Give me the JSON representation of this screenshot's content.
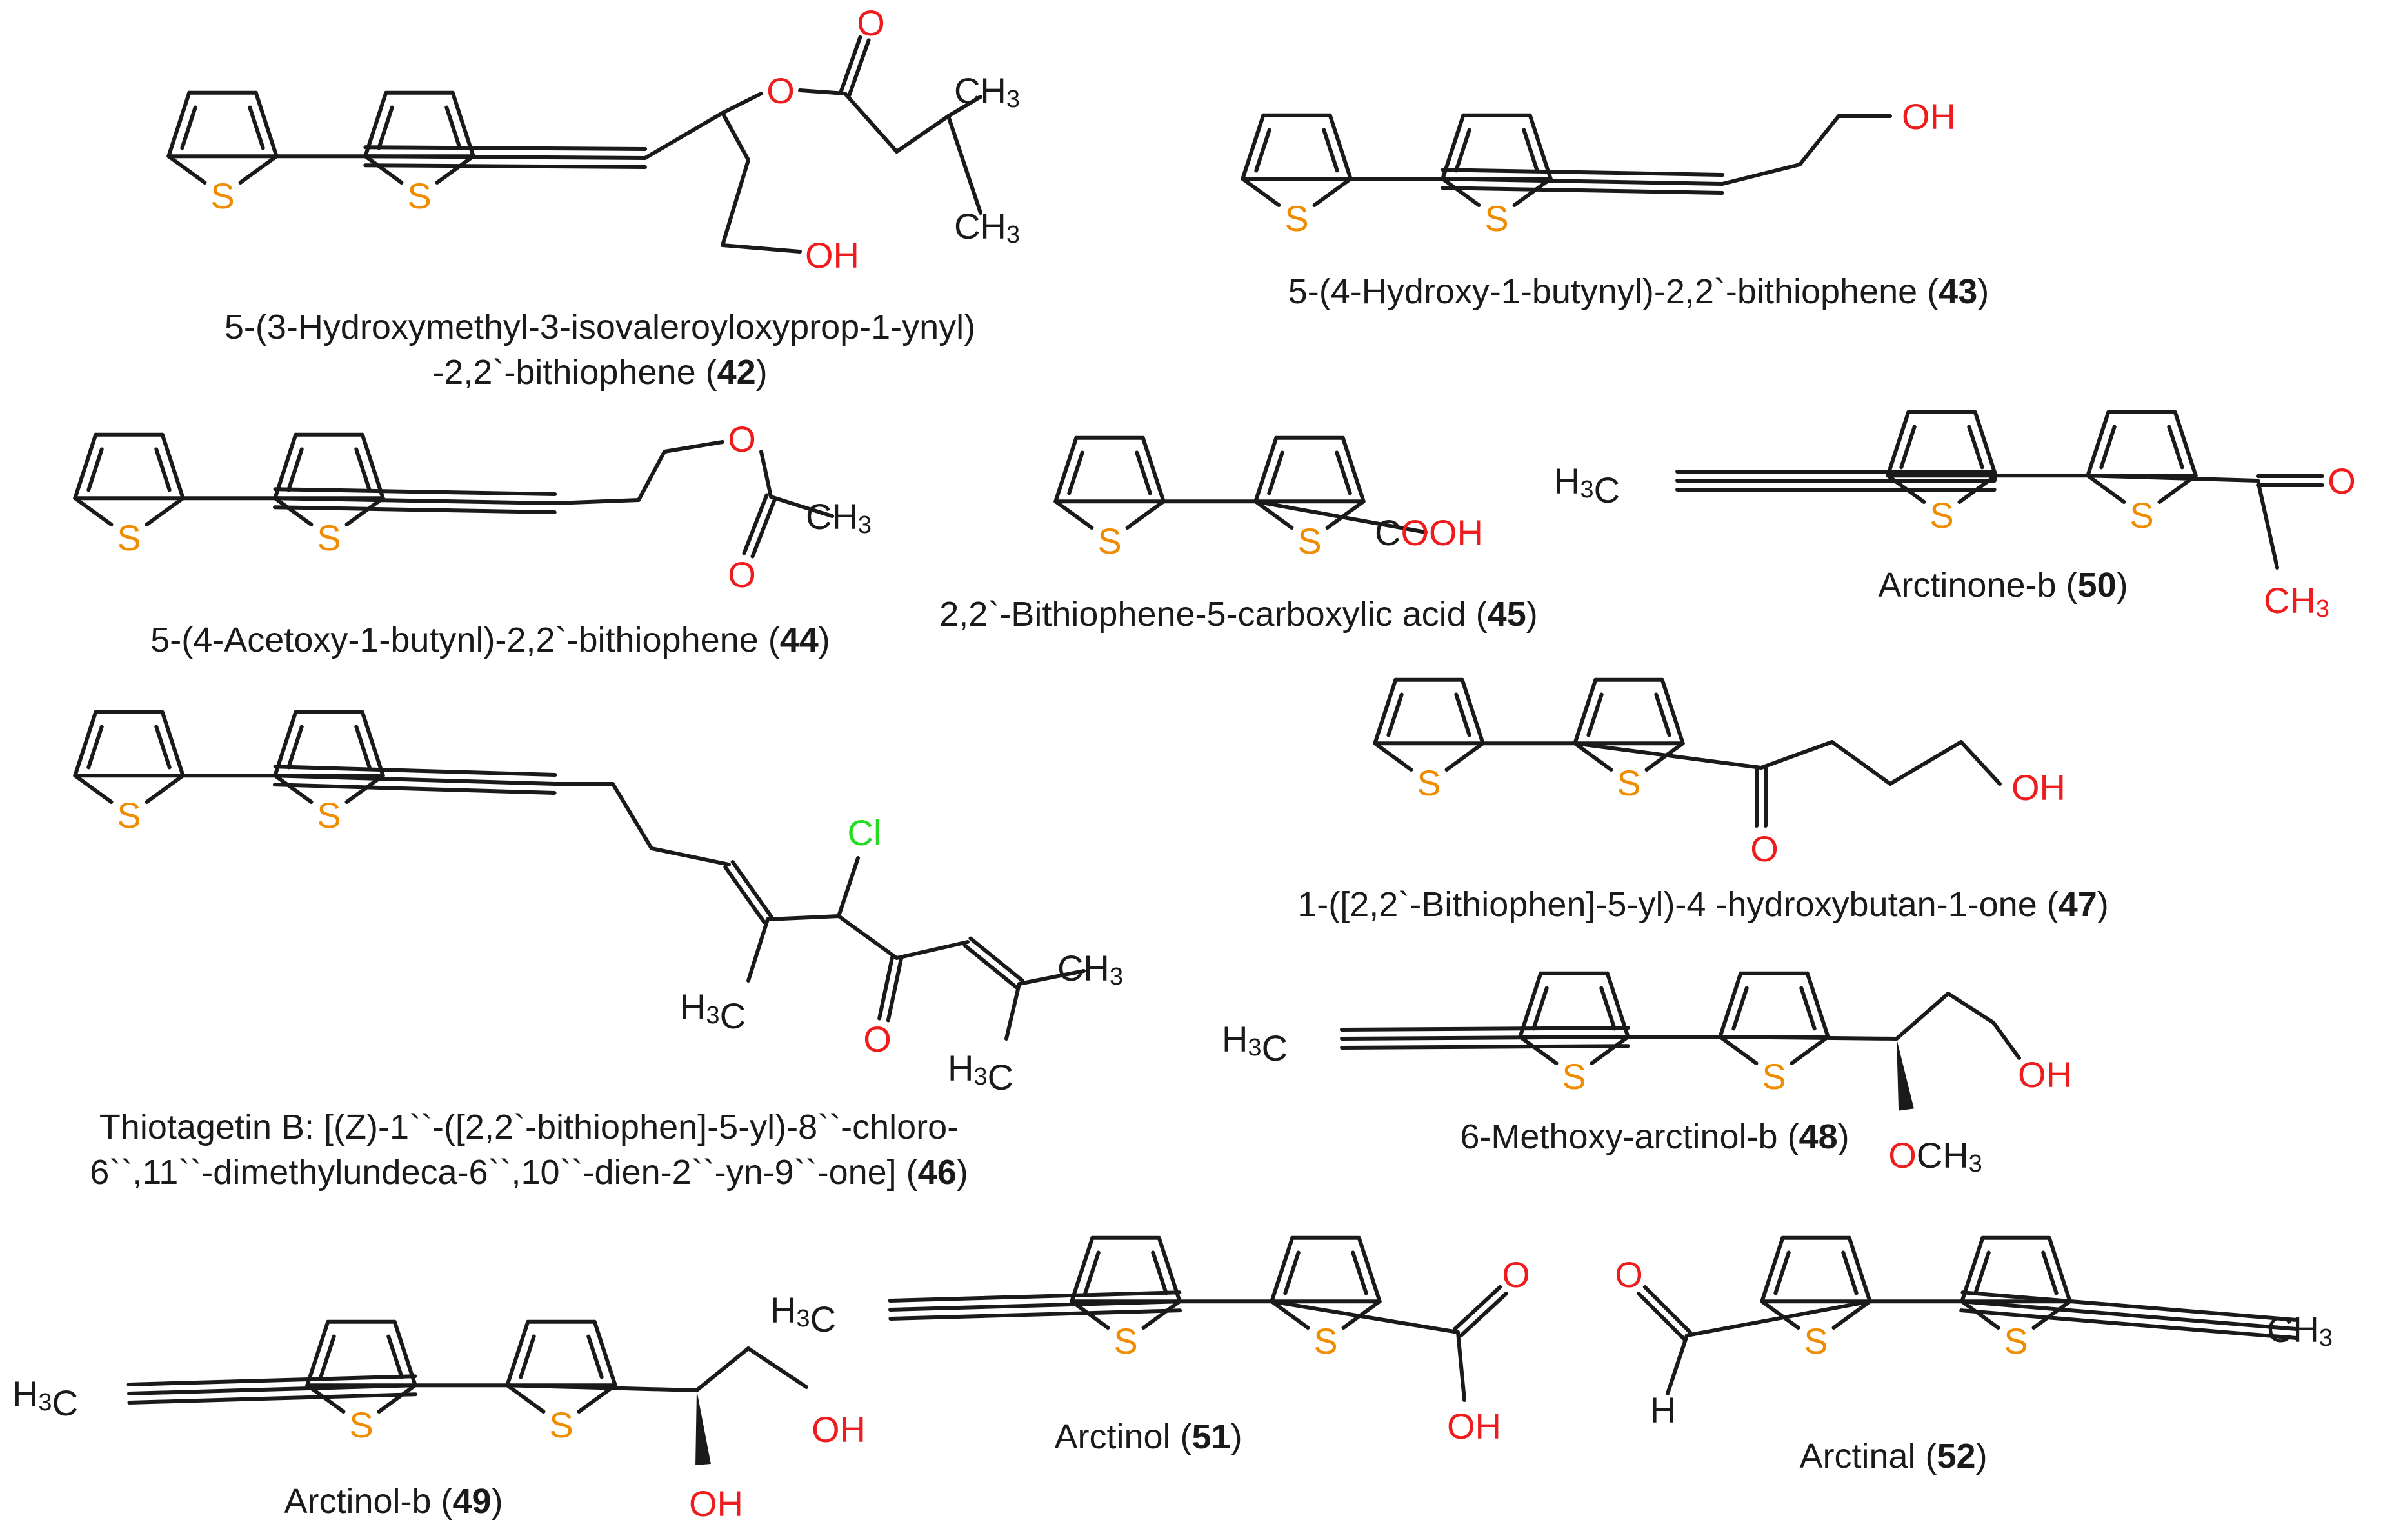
{
  "colors": {
    "bond": "#1a1a1a",
    "S": "#f08c00",
    "O": "#ee1c1c",
    "Cl": "#22dd22",
    "C": "#1a1a1a"
  },
  "molecules": [
    {
      "key": "m42",
      "name": "5-(3-Hydroxymethyl-3-isovaleroyloxyprop-1-ynyl)",
      "name2": "-2,2`-bithiophene",
      "num": "42"
    },
    {
      "key": "m43",
      "name": "5-(4-Hydroxy-1-butynyl)-2,2`-bithiophene",
      "num": "43"
    },
    {
      "key": "m44",
      "name": "5-(4-Acetoxy-1-butynl)-2,2`-bithiophene",
      "num": "44"
    },
    {
      "key": "m45",
      "name": "2,2`-Bithiophene-5-carboxylic acid",
      "num": "45"
    },
    {
      "key": "m50",
      "name": "Arctinone-b",
      "num": "50"
    },
    {
      "key": "m46",
      "name": "Thiotagetin B: [(Z)-1``-([2,2`-bithiophen]-5-yl)-8``-chloro-",
      "name2": "6``,11``-dimethylundeca-6``,10``-dien-2``-yn-9``-one]",
      "num": "46"
    },
    {
      "key": "m47",
      "name": "1-([2,2`-Bithiophen]-5-yl)-4 -hydroxybutan-1-one",
      "num": "47"
    },
    {
      "key": "m48",
      "name": "6-Methoxy-arctinol-b",
      "num": "48"
    },
    {
      "key": "m49",
      "name": "Arctinol-b",
      "num": "49"
    },
    {
      "key": "m51",
      "name": "Arctinol",
      "num": "51"
    },
    {
      "key": "m52",
      "name": "Arctinal",
      "num": "52"
    }
  ],
  "atom_text": {
    "S": "S",
    "O": "O",
    "OH": "OH",
    "Cl": "Cl",
    "C": "C",
    "OOH": "OOH",
    "H": "H",
    "CH": "CH",
    "OCH": "OCH",
    "three": "3"
  }
}
